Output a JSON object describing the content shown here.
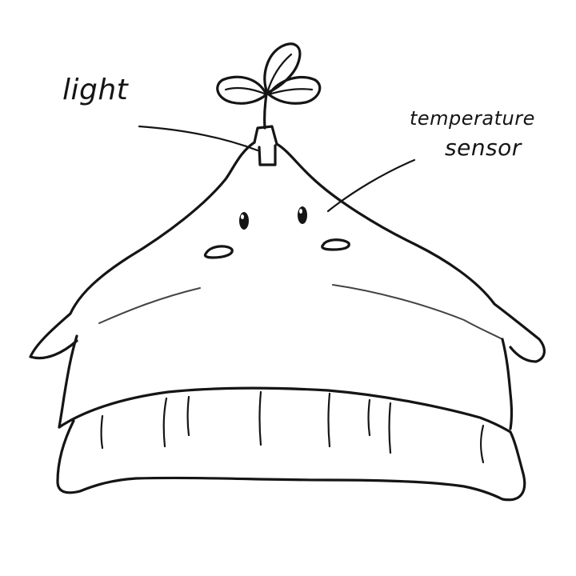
{
  "labels": {
    "light": "light",
    "temperature_line1": "temperature",
    "temperature_line2": "sensor"
  },
  "colors": {
    "ink": "#151515",
    "background": "#ffffff"
  }
}
